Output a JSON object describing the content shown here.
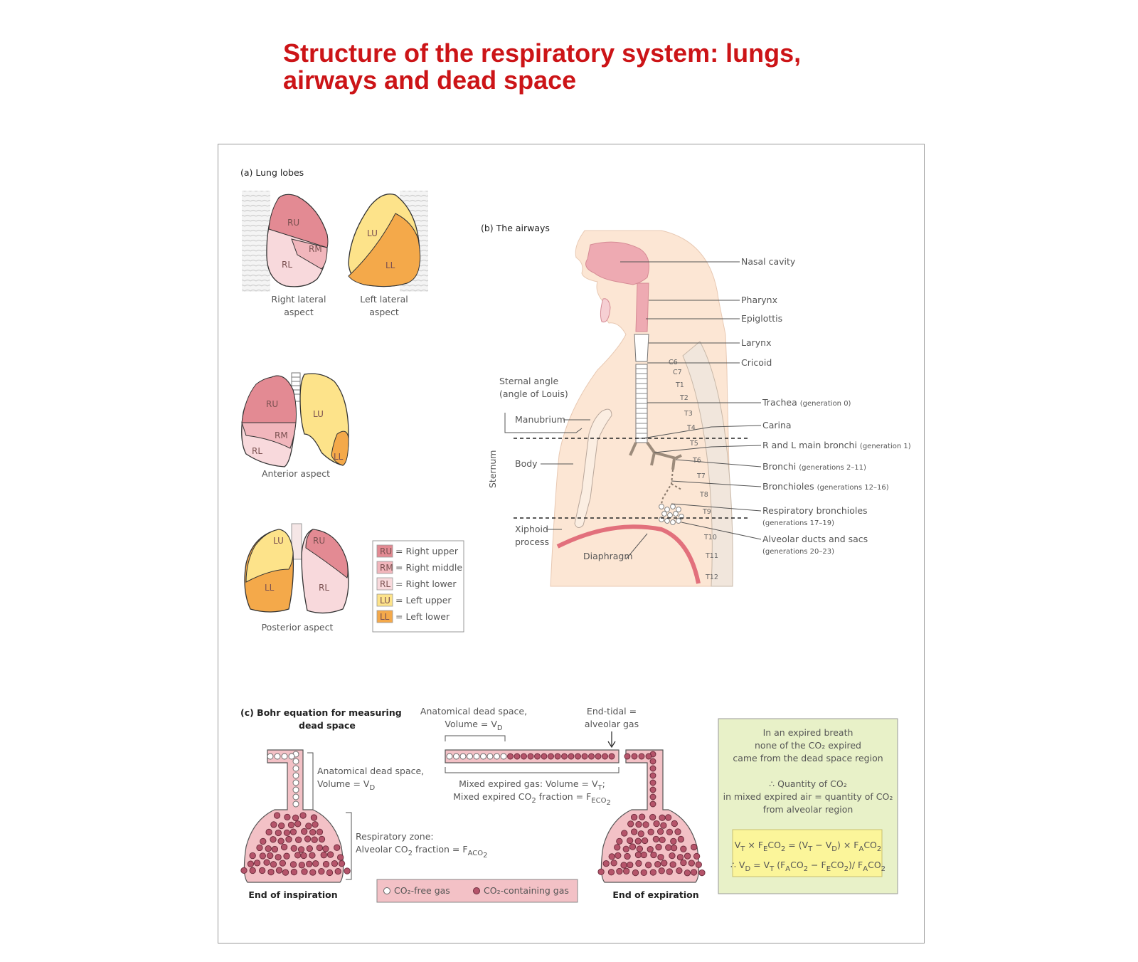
{
  "title": {
    "line1": "Structure of the respiratory system: lungs,",
    "line2": "airways and dead space"
  },
  "colors": {
    "title": "#cc1417",
    "right_upper": "#e38a93",
    "right_middle": "#f1b6bc",
    "right_lower": "#f8d9dc",
    "left_upper": "#fde38a",
    "left_lower": "#f4a94a",
    "body_skin": "#fce6d4",
    "airway_pink": "#eeaab2",
    "equation_box": "#e8f1c8",
    "equation_inner": "#fbf59a",
    "particle_filled": "#b5546a"
  },
  "panel_a": {
    "heading": "(a)  Lung lobes",
    "lobe_codes": {
      "ru": "RU",
      "rm": "RM",
      "rl": "RL",
      "lu": "LU",
      "ll": "LL"
    },
    "right_lateral": "Right lateral|aspect",
    "left_lateral": "Left lateral|aspect",
    "anterior": "Anterior aspect",
    "posterior": "Posterior aspect",
    "legend": [
      {
        "code": "RU",
        "label": "= Right upper"
      },
      {
        "code": "RM",
        "label": "= Right middle"
      },
      {
        "code": "RL",
        "label": "= Right lower"
      },
      {
        "code": "LU",
        "label": "= Left upper"
      },
      {
        "code": "LL",
        "label": "= Left lower"
      }
    ]
  },
  "panel_b": {
    "heading": "(b)  The airways",
    "labels": {
      "nasal_cavity": "Nasal cavity",
      "pharynx": "Pharynx",
      "epiglottis": "Epiglottis",
      "larynx": "Larynx",
      "cricoid": "Cricoid",
      "trachea": "Trachea",
      "trachea_gen": "(generation 0)",
      "carina": "Carina",
      "main_bronchi": "R and L main bronchi",
      "main_bronchi_gen": "(generation 1)",
      "bronchi": "Bronchi",
      "bronchi_gen": "(generations 2–11)",
      "bronchioles": "Bronchioles",
      "bronchioles_gen": "(generations 12–16)",
      "resp_bronchioles": "Respiratory bronchioles",
      "resp_bronchioles_gen": "(generations 17–19)",
      "alveolar": "Alveolar ducts and sacs",
      "alveolar_gen": "(generations 20–23)",
      "sternal_angle_1": "Sternal angle",
      "sternal_angle_2": "(angle of Louis)",
      "manubrium": "Manubrium",
      "body": "Body",
      "sternum": "Sternum",
      "xiphoid_1": "Xiphoid",
      "xiphoid_2": "process",
      "diaphragm": "Diaphragm"
    },
    "vertebrae": [
      "C6",
      "C7",
      "T1",
      "T2",
      "T3",
      "T4",
      "T5",
      "T6",
      "T7",
      "T8",
      "T9",
      "T10",
      "T11",
      "T12"
    ]
  },
  "panel_c": {
    "heading_1": "(c)  Bohr equation for measuring",
    "heading_2": "dead space",
    "anat_top_1": "Anatomical dead space,",
    "anat_top_2": "Volume = V",
    "anat_top_sub": "D",
    "end_tidal_1": "End-tidal =",
    "end_tidal_2": "alveolar gas",
    "mixed_1": "Mixed expired gas: Volume = V",
    "mixed_1_sub": "T",
    "mixed_1_end": ";",
    "mixed_2": "Mixed expired CO",
    "mixed_2_sub": "2",
    "mixed_2_b": " fraction = F",
    "mixed_2_sub2": "E",
    "mixed_2_c": "CO",
    "mixed_2_sub3": "2",
    "anat_side_1": "Anatomical dead space,",
    "anat_side_2": "Volume = V",
    "anat_side_sub": "D",
    "resp_zone_1": "Respiratory zone:",
    "resp_zone_2": "Alveolar CO",
    "resp_zone_sub": "2",
    "resp_zone_b": " fraction = F",
    "resp_zone_sub2": "A",
    "resp_zone_c": "CO",
    "resp_zone_sub3": "2",
    "end_inspiration": "End of inspiration",
    "end_expiration": "End of expiration",
    "legend_free": "CO₂-free gas",
    "legend_containing": "CO₂-containing gas",
    "box_lines": [
      "In an expired breath",
      "none of the CO₂ expired",
      "came from the dead space region",
      "",
      "∴ Quantity of CO₂",
      "in mixed expired air = quantity of CO₂",
      "from alveolar region"
    ],
    "equation_1": "V_T × F_ECO₂ = (V_T − V_D) × F_ACO₂",
    "equation_2": "∴ V_D = V_T (F_ACO₂ − F_ECO₂)/ F_ACO₂"
  }
}
